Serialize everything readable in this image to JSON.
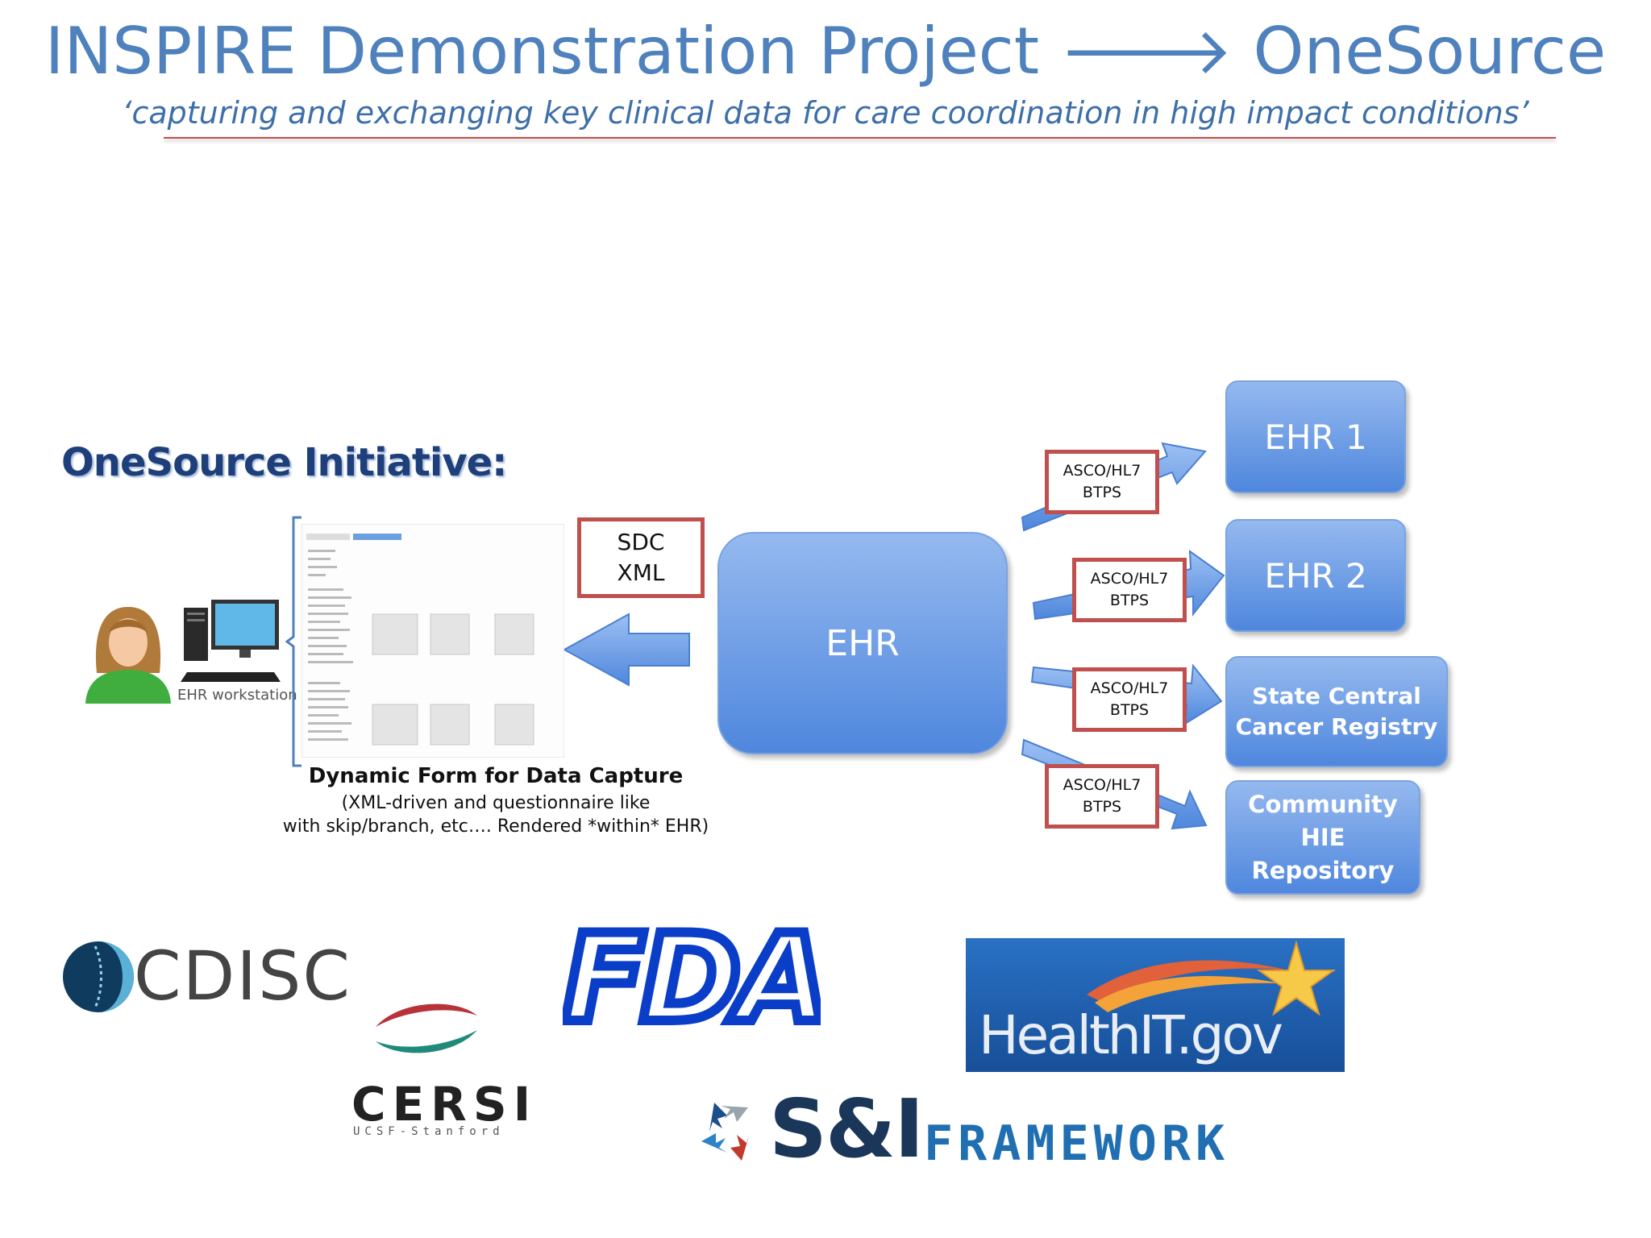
{
  "header": {
    "title": "INSPIRE Demonstration Project",
    "title_arrow": "🡒",
    "title_suffix": "OneSource",
    "subtitle": "‘capturing and exchanging key clinical data for care coordination in high impact conditions’"
  },
  "initiative_heading": "OneSource Initiative:",
  "workstation_label": "EHR workstation",
  "form": {
    "caption_title": "Dynamic Form for Data Capture",
    "caption_line1": "(XML-driven and questionnaire like",
    "caption_line2": "with skip/branch, etc…. Rendered *within* EHR)"
  },
  "sdc_label": "SDC\nXML",
  "ehr_label": "EHR",
  "protocol_label": "ASCO/HL7\nBTPS",
  "targets": {
    "ehr1": "EHR 1",
    "ehr2": "EHR 2",
    "registry": "State Central\nCancer Registry",
    "hie": "Community\nHIE\nRepository"
  },
  "logos": {
    "cdisc": "CDISC",
    "cersi": "CERSI",
    "cersi_sub": "UCSF-Stanford",
    "fda": "FDA",
    "healthit": "HealthIT.gov",
    "si_prefix": "S&I",
    "si_suffix": "FRAMEWORK"
  },
  "colors": {
    "title_blue": "#4f81bd",
    "box_blue": "#5b8fe0",
    "border_red": "#c0504d",
    "initiative_navy": "#1f3f7a",
    "fda_blue": "#0a3ec9",
    "healthit_bg": "#1f5fb0"
  }
}
